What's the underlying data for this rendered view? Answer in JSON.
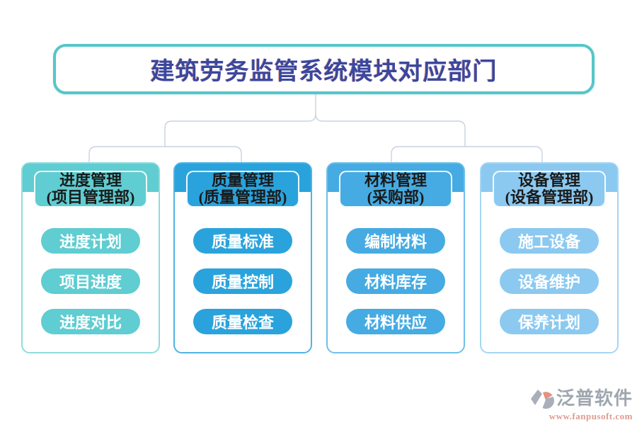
{
  "title": "建筑劳务监管系统模块对应部门",
  "colors": {
    "title_text": "#3A479E",
    "title_border": "#55C6C9",
    "connector": "#C9D2E2",
    "header_text": "#1A1A1A",
    "pill_text": "#FFFFFF"
  },
  "modules": [
    {
      "name": "进度管理",
      "dept": "(项目管理部)",
      "items": [
        "进度计划",
        "项目进度",
        "进度对比"
      ],
      "accent": "#5FCDD1",
      "border": "#8FDCDE"
    },
    {
      "name": "质量管理",
      "dept": "(质量管理部)",
      "items": [
        "质量标准",
        "质量控制",
        "质量检查"
      ],
      "accent": "#2AA3DC",
      "border": "#4FB4E3"
    },
    {
      "name": "材料管理",
      "dept": "(采购部)",
      "items": [
        "编制材料",
        "材料库存",
        "材料供应"
      ],
      "accent": "#45ABE2",
      "border": "#6FC0EA"
    },
    {
      "name": "设备管理",
      "dept": "(设备管理部)",
      "items": [
        "施工设备",
        "设备维护",
        "保养计划"
      ],
      "accent": "#8BC9F0",
      "border": "#A5D6F4"
    }
  ],
  "brand": {
    "name": "泛普软件",
    "url": "www.fanpusoft.com",
    "name_color": "#9FA6AF",
    "url_color": "#DF9A90",
    "icon": "fanpu-logo-icon"
  }
}
